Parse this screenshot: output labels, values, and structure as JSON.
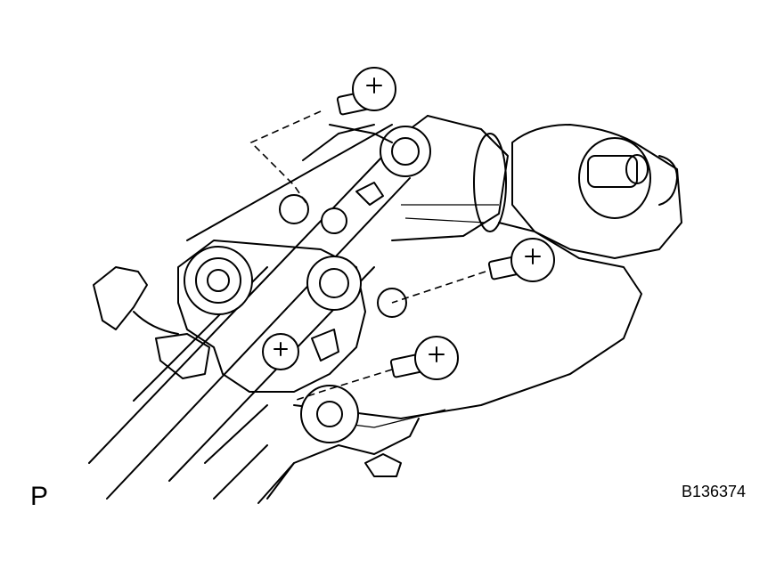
{
  "figure": {
    "view_label": "P",
    "figure_code": "B136374"
  },
  "icons": {
    "motor": "wiper-motor-assembly-drawing",
    "bolt": "hex-flange-bolt-icon"
  }
}
